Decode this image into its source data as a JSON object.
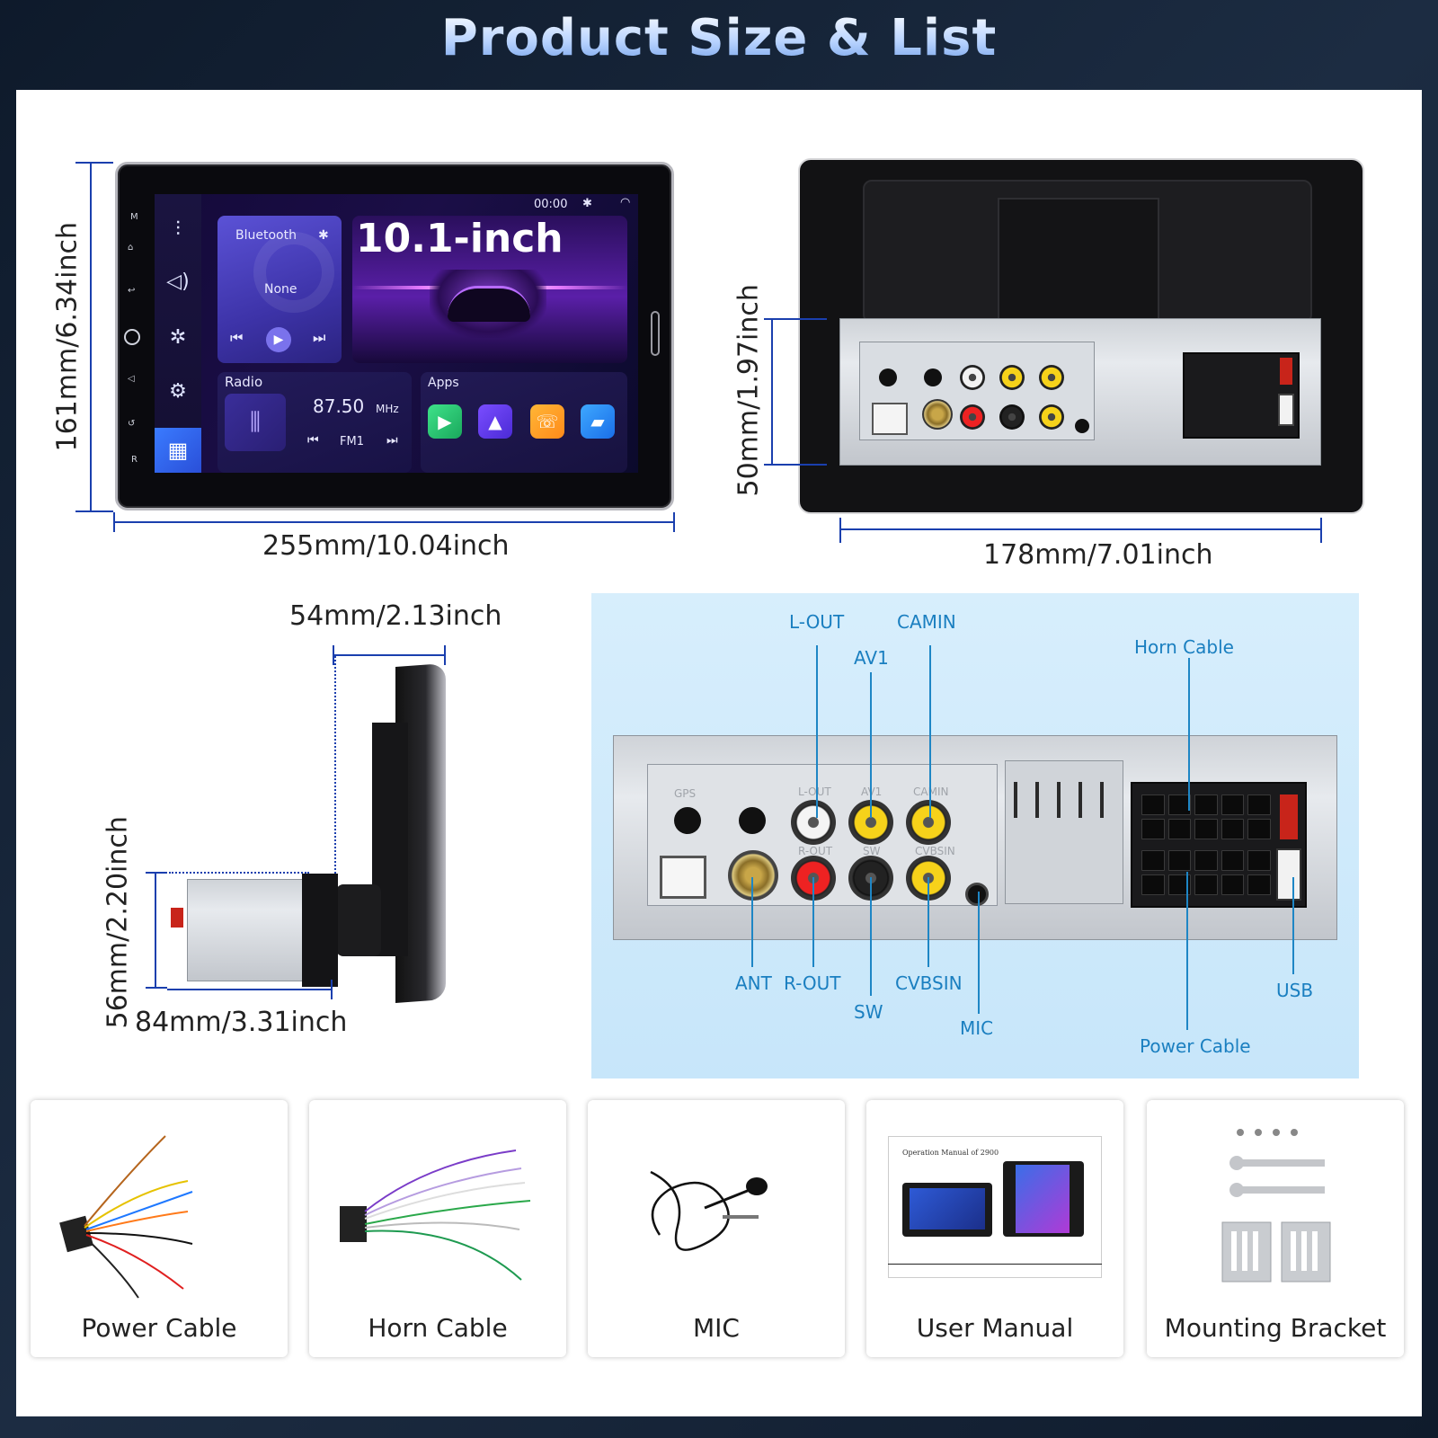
{
  "title": "Product Size & List",
  "dimensions": {
    "front_width": "255mm/10.04inch",
    "front_height": "161mm/6.34inch",
    "rear_width": "178mm/7.01inch",
    "rear_height": "50mm/1.97inch",
    "side_depth_top": "54mm/2.13inch",
    "side_height": "56mm/2.20inch",
    "side_depth_bottom": "84mm/3.31inch"
  },
  "screen": {
    "time": "00:00",
    "headline": "10.1-inch",
    "bluetooth_label": "Bluetooth",
    "bluetooth_value": "None",
    "radio_label": "Radio",
    "frequency": "87.50",
    "unit": "MHz",
    "band": "FM1",
    "apps_label": "Apps"
  },
  "connector_labels": {
    "lout": "L-OUT",
    "camin": "CAMIN",
    "av1": "AV1",
    "horn_cable": "Horn Cable",
    "ant": "ANT",
    "rout": "R-OUT",
    "sw": "SW",
    "cvbsin": "CVBSIN",
    "mic": "MIC",
    "usb": "USB",
    "power_cable": "Power Cable"
  },
  "panel_print": {
    "gps": "GPS",
    "lout": "L-OUT",
    "av1": "AV1",
    "camin": "CAMIN",
    "rout": "R-OUT",
    "sw": "SW",
    "cvbsin": "CVBSIN"
  },
  "accessories": [
    {
      "label": "Power Cable"
    },
    {
      "label": "Horn Cable"
    },
    {
      "label": "MIC"
    },
    {
      "label": "User Manual"
    },
    {
      "label": "Mounting Bracket"
    }
  ],
  "manual_caption": "Operation Manual of 2900",
  "colors": {
    "accent_blue": "#1a3fae",
    "callout_blue": "#1a7fc0",
    "callout_bg": "#cfe9fa"
  }
}
